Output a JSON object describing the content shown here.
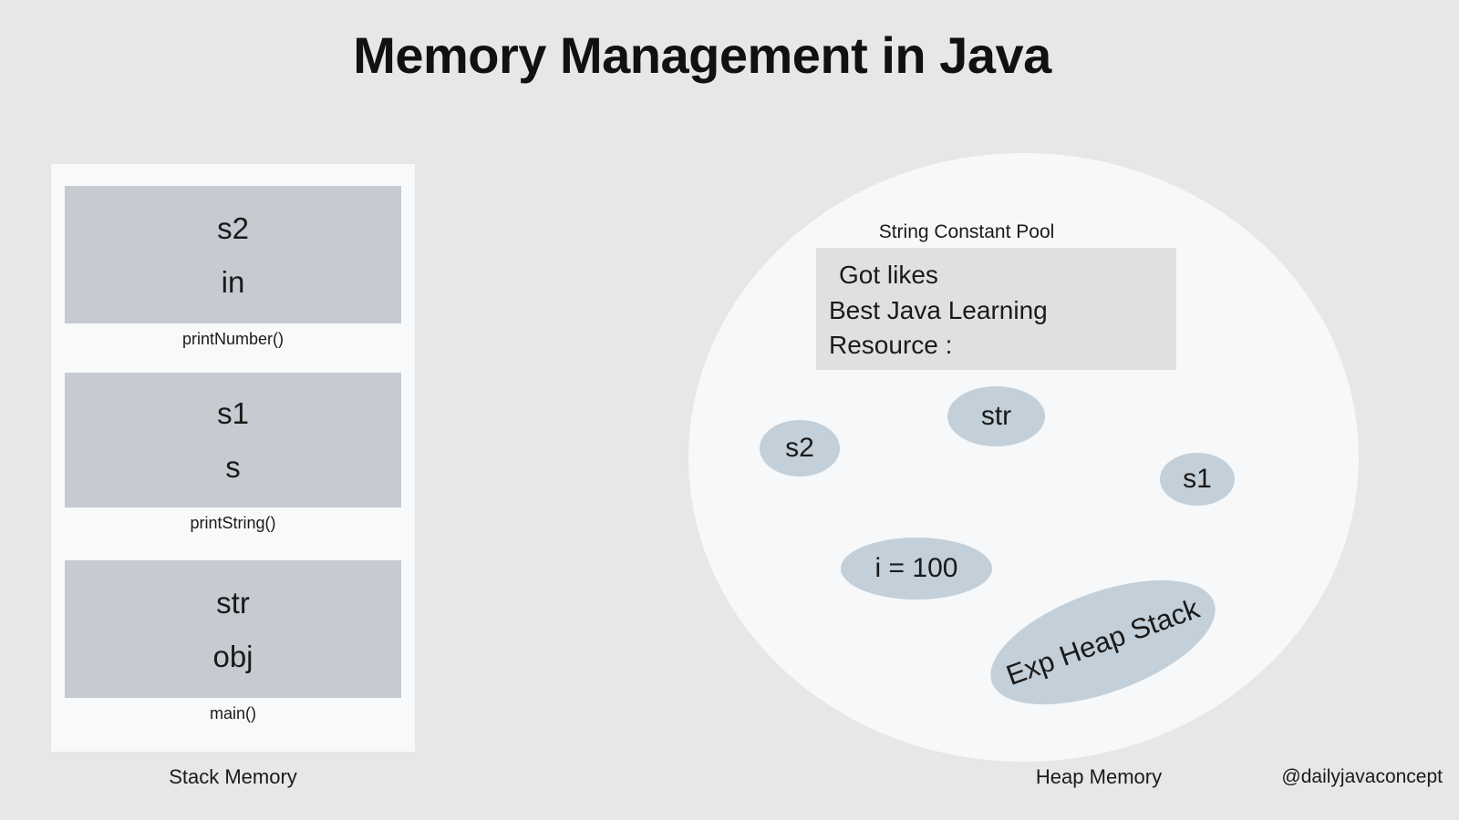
{
  "title": "Memory Management in Java",
  "background_color": "#e7e7e7",
  "stack": {
    "caption": "Stack Memory",
    "container_color": "#f7f9fb",
    "frame_color": "#c5cbd0",
    "frames": [
      {
        "label": "printNumber()",
        "vars": [
          "s2",
          "in"
        ]
      },
      {
        "label": "printString()",
        "vars": [
          "s1",
          "s"
        ]
      },
      {
        "label": "main()",
        "vars": [
          "str",
          "obj"
        ]
      }
    ]
  },
  "heap": {
    "caption": "Heap Memory",
    "ellipse_color": "#f6f8fa",
    "object_color": "#c3cfd9",
    "string_constant_pool": {
      "label": "String Constant Pool",
      "box_color": "#e0e0e0",
      "lines": [
        "Got likes",
        "Best Java Learning",
        "Resource :"
      ]
    },
    "objects": [
      {
        "label": "s2",
        "rotated": false
      },
      {
        "label": "str",
        "rotated": false
      },
      {
        "label": "s1",
        "rotated": false
      },
      {
        "label": "i = 100",
        "rotated": false
      },
      {
        "label": "Exp Heap Stack",
        "rotated": true
      }
    ]
  },
  "watermark": "@dailyjavaconcept"
}
